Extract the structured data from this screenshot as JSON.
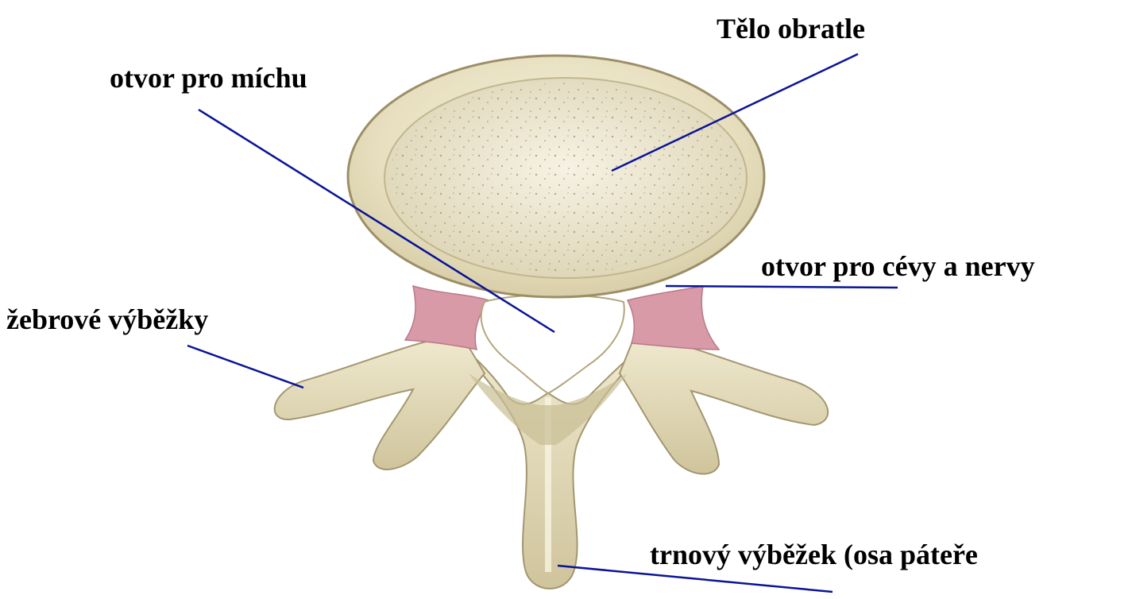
{
  "labels": {
    "vertebral_body": "Tělo obratle",
    "spinal_canal": "otvor pro míchu",
    "vessel_nerve_opening": "otvor pro cévy a nervy",
    "rib_processes": "žebrové výběžky",
    "spinous_process": "trnový výběžek (osa páteře"
  },
  "colors": {
    "background": "#ffffff",
    "label_text": "#000000",
    "leader_line": "#0a1496",
    "bone": "#ece4bf",
    "bone_shadow": "#b9ad86",
    "cancellous_bone": "#efe8cf",
    "pedicle": "#d99aa8"
  }
}
